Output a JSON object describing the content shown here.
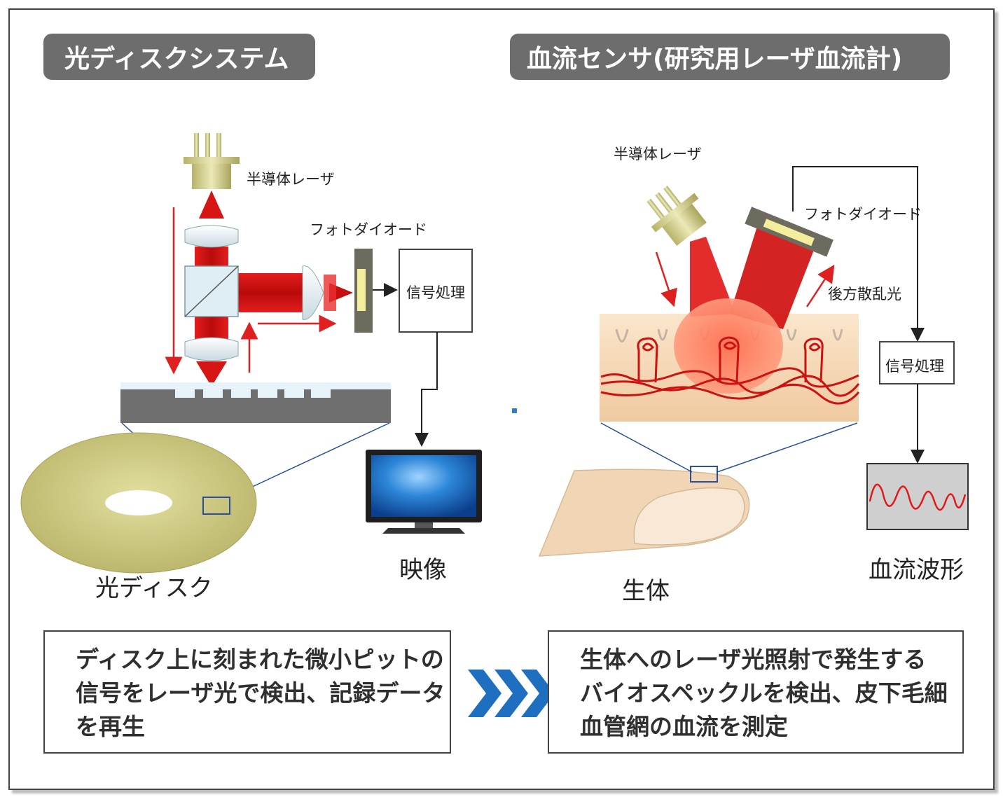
{
  "left": {
    "title": "光ディスクシステム",
    "laser_label": "半導体レーザ",
    "photodiode_label": "フォトダイオード",
    "signal_label": "信号処理",
    "disc_label": "光ディスク",
    "video_label": "映像",
    "description": [
      "ディスク上に刻まれた微小ピットの",
      "信号をレーザ光で検出、記録データ",
      "を再生"
    ]
  },
  "right": {
    "title": "血流センサ(研究用レーザ血流計)",
    "laser_label": "半導体レーザ",
    "photodiode_label": "フォトダイオード",
    "backscatter_label": "後方散乱光",
    "signal_label": "信号処理",
    "body_label": "生体",
    "waveform_label": "血流波形",
    "description": [
      "生体へのレーザ光照射で発生する",
      "バイオスペックルを検出、皮下毛細",
      "血管網の血流を測定"
    ]
  },
  "colors": {
    "accent_blue": "#1f6fc0",
    "laser_red": "#e02020",
    "title_gray": "#6d6d6d"
  }
}
